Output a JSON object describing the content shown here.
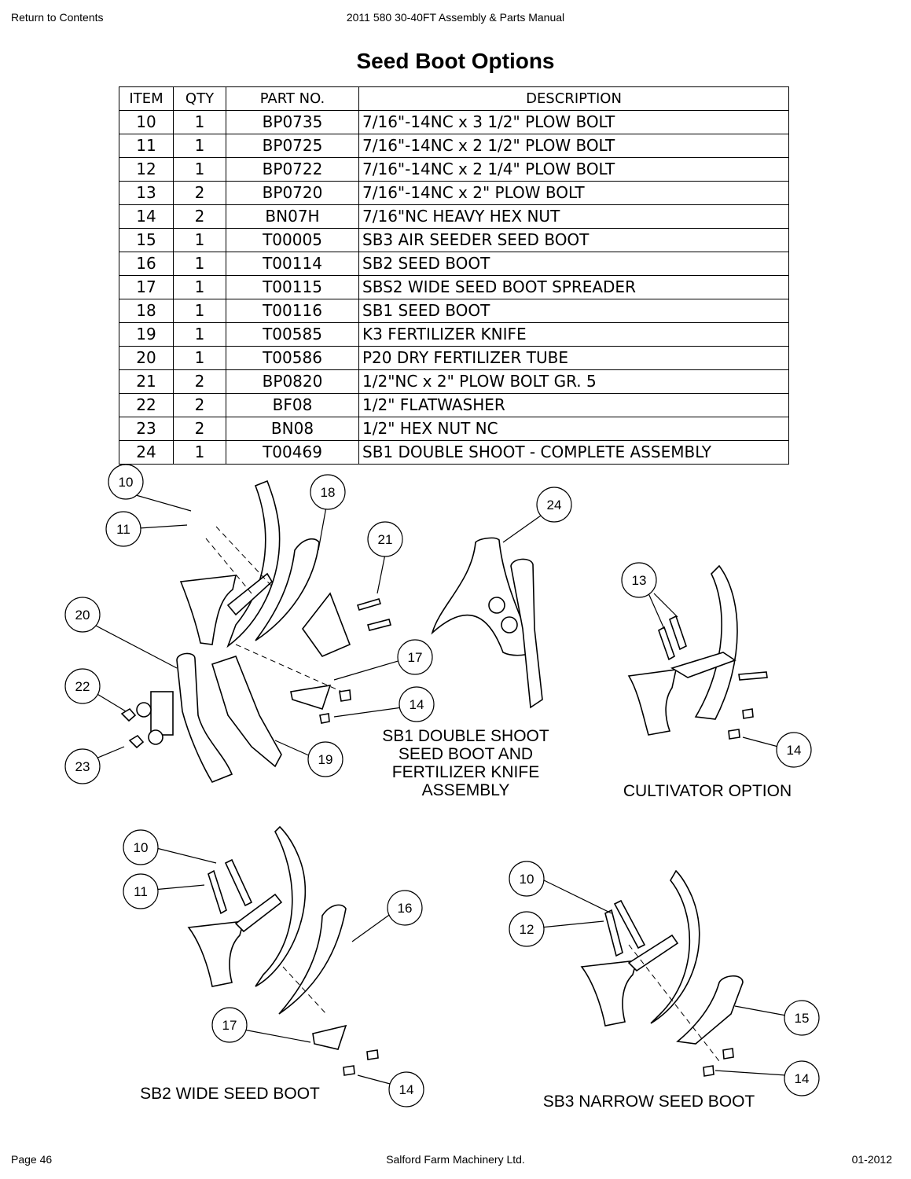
{
  "header": {
    "return_link": "Return to Contents",
    "manual_title": "2011 580 30-40FT Assembly & Parts Manual"
  },
  "title": "Seed Boot Options",
  "parts_table": {
    "headers": [
      "ITEM",
      "QTY",
      "PART NO.",
      "DESCRIPTION"
    ],
    "rows": [
      [
        "10",
        "1",
        "BP0735",
        "7/16\"-14NC x 3 1/2\" PLOW BOLT"
      ],
      [
        "11",
        "1",
        "BP0725",
        "7/16\"-14NC x 2 1/2\" PLOW BOLT"
      ],
      [
        "12",
        "1",
        "BP0722",
        "7/16\"-14NC x 2 1/4\" PLOW BOLT"
      ],
      [
        "13",
        "2",
        "BP0720",
        "7/16\"-14NC x 2\" PLOW BOLT"
      ],
      [
        "14",
        "2",
        "BN07H",
        "7/16\"NC HEAVY HEX NUT"
      ],
      [
        "15",
        "1",
        "T00005",
        "SB3 AIR SEEDER SEED BOOT"
      ],
      [
        "16",
        "1",
        "T00114",
        "SB2 SEED BOOT"
      ],
      [
        "17",
        "1",
        "T00115",
        "SBS2 WIDE SEED BOOT SPREADER"
      ],
      [
        "18",
        "1",
        "T00116",
        "SB1 SEED BOOT"
      ],
      [
        "19",
        "1",
        "T00585",
        "K3 FERTILIZER KNIFE"
      ],
      [
        "20",
        "1",
        "T00586",
        "P20 DRY FERTILIZER TUBE"
      ],
      [
        "21",
        "2",
        "BP0820",
        "1/2\"NC x 2\" PLOW BOLT GR. 5"
      ],
      [
        "22",
        "2",
        "BF08",
        "1/2\" FLATWASHER"
      ],
      [
        "23",
        "2",
        "BN08",
        "1/2\" HEX NUT NC"
      ],
      [
        "24",
        "1",
        "T00469",
        "SB1 DOUBLE SHOOT - COMPLETE ASSEMBLY"
      ]
    ]
  },
  "diagrams": {
    "sb1_caption": "SB1 DOUBLE SHOOT\nSEED BOOT AND\nFERTILIZER KNIFE\nASSEMBLY",
    "cultivator_caption": "CULTIVATOR OPTION",
    "sb2_caption": "SB2 WIDE SEED BOOT",
    "sb3_caption": "SB3 NARROW SEED BOOT",
    "callouts": {
      "sb1": [
        "10",
        "11",
        "18",
        "21",
        "20",
        "22",
        "23",
        "17",
        "14",
        "19"
      ],
      "double_shoot": [
        "24"
      ],
      "cultivator": [
        "13",
        "14"
      ],
      "sb2": [
        "10",
        "11",
        "16",
        "17",
        "14"
      ],
      "sb3": [
        "10",
        "12",
        "15",
        "14"
      ]
    }
  },
  "footer": {
    "page": "Page 46",
    "company": "Salford Farm Machinery Ltd.",
    "date": "01-2012"
  }
}
